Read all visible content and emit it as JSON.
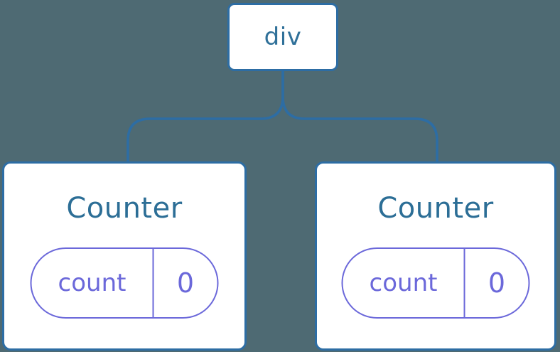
{
  "diagram": {
    "root": {
      "label": "div"
    },
    "children": [
      {
        "title": "Counter",
        "state": {
          "key": "count",
          "value": "0"
        }
      },
      {
        "title": "Counter",
        "state": {
          "key": "count",
          "value": "0"
        }
      }
    ]
  },
  "colors": {
    "background": "#4E6A73",
    "card_background": "#FFFFFF",
    "node_stroke": "#2D6DA4",
    "node_text_blue": "#2E7099",
    "connector_stroke": "#2D6DA4",
    "state_accent_purple": "#6B68DA"
  }
}
